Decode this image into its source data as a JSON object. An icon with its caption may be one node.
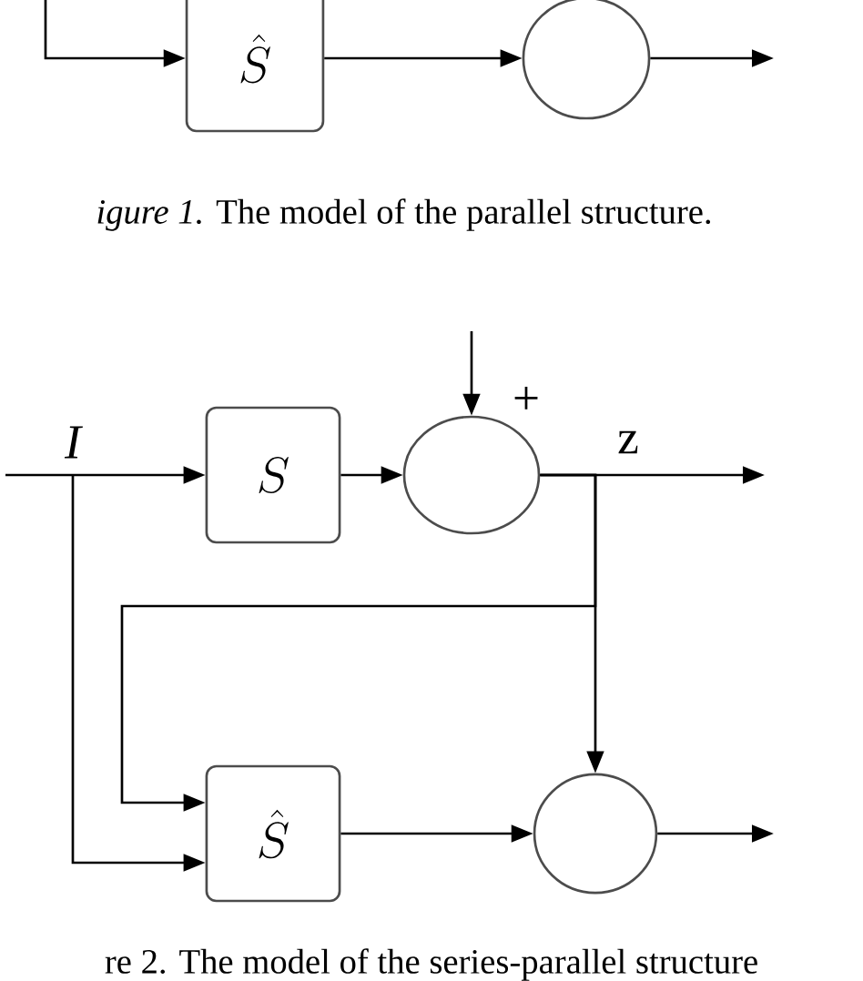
{
  "diagram": {
    "nodes": [
      {
        "text": [
          "\\hat{S}"
        ]
      },
      {
        "text": [],
        "shape": "circle"
      },
      {
        "text": [
          "S"
        ]
      },
      {
        "text": [],
        "shape": "circle"
      },
      {
        "text": [
          "\\hat{S}"
        ]
      },
      {
        "text": [],
        "shape": "circle"
      }
    ],
    "edges": [
      {
        "from": null,
        "to": 0,
        "arrow": "to"
      },
      {
        "from": 0,
        "to": 1,
        "arrow": "to"
      },
      {
        "from": 1,
        "to": null,
        "arrow": "to"
      },
      {
        "from": null,
        "to": 2,
        "arrow": "to"
      },
      {
        "from": 2,
        "to": 3,
        "arrow": "to"
      },
      {
        "from": null,
        "to": 3,
        "arrow": "to"
      },
      {
        "from": 3,
        "to": null,
        "arrow": "to"
      },
      {
        "from": 3,
        "to": 4,
        "arrow": "to"
      },
      {
        "from": 3,
        "to": 5,
        "arrow": "to"
      },
      {
        "from": null,
        "to": 4,
        "arrow": "to"
      },
      {
        "from": 4,
        "to": 5,
        "arrow": "to"
      },
      {
        "from": 5,
        "to": null,
        "arrow": "to"
      }
    ],
    "labels": [
      "*igure 1.* The model of the parallel structure.",
      "I",
      "+",
      "z",
      "re 2. The model of the series-parallel structure"
    ]
  }
}
